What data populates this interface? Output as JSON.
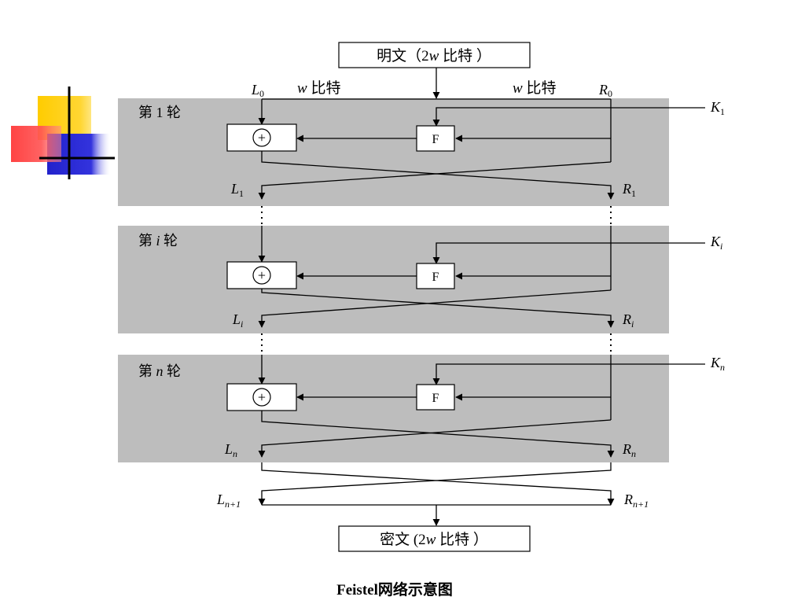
{
  "input_box": {
    "label_a": "明文（2",
    "label_var": "w",
    "label_b": " 比特 ）"
  },
  "output_box": {
    "label_a": "密文 (2",
    "label_var": "w",
    "label_b": " 比特 ）"
  },
  "top_labels": {
    "l0_var": "L",
    "l0_sub": "0",
    "left_width_var": "w",
    "left_width_text": " 比特",
    "right_width_var": "w",
    "right_width_text": " 比特",
    "r0_var": "R",
    "r0_sub": "0"
  },
  "rounds": [
    {
      "title_a": "第 1 轮",
      "title_var": "",
      "title_b": "",
      "key_var": "K",
      "key_sub": "1",
      "func_label": "F",
      "xor_symbol": "+",
      "out_left_var": "L",
      "out_left_sub": "1",
      "out_right_var": "R",
      "out_right_sub": "1"
    },
    {
      "title_a": "第 ",
      "title_var": "i",
      "title_b": " 轮",
      "key_var": "K",
      "key_sub": "i",
      "func_label": "F",
      "xor_symbol": "+",
      "out_left_var": "L",
      "out_left_sub": "i",
      "out_right_var": "R",
      "out_right_sub": "i"
    },
    {
      "title_a": "第 ",
      "title_var": "n",
      "title_b": " 轮",
      "key_var": "K",
      "key_sub": "n",
      "func_label": "F",
      "xor_symbol": "+",
      "out_left_var": "L",
      "out_left_sub": "n",
      "out_right_var": "R",
      "out_right_sub": "n"
    }
  ],
  "final_labels": {
    "left_var": "L",
    "left_sub": "n+1",
    "right_var": "R",
    "right_sub": "n+1"
  },
  "caption": {
    "latin": "Feistel",
    "cjk": "网络示意图"
  },
  "colors": {
    "round_band": "#bdbdbd",
    "line": "#000000",
    "logo_yellow": "#ffcc00",
    "logo_red": "#ff3333",
    "logo_blue": "#3333cc"
  },
  "icons": [
    "slide-logo-icon",
    "xor-icon",
    "arrow-icon"
  ]
}
